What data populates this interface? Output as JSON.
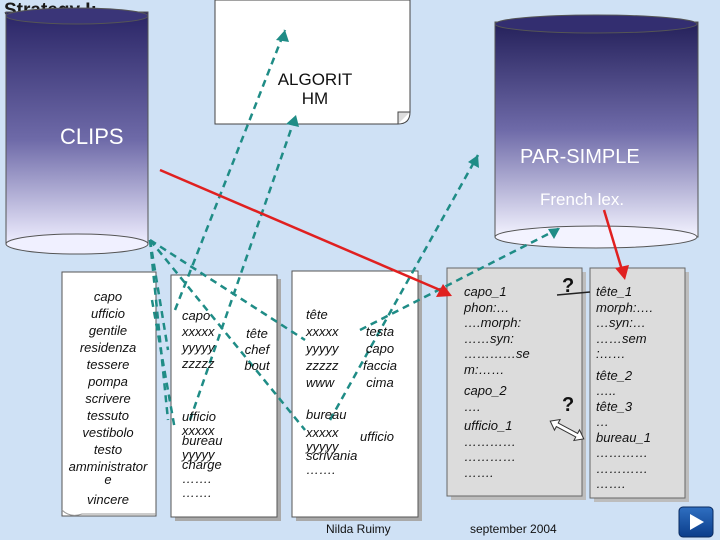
{
  "title": "Strategy I:",
  "algorithm": {
    "line1": "ALGORIT",
    "line2": "HM"
  },
  "clips": {
    "label": "CLIPS"
  },
  "parsimple": {
    "label": "PAR-SIMPLE",
    "sublabel": "French lex."
  },
  "italian_words": [
    "capo",
    "ufficio",
    "gentile",
    "residenza",
    "tessere",
    "pompa",
    "scrivere",
    "tessuto",
    "vestibolo",
    "testo",
    "amministrator",
    "e",
    "vincere"
  ],
  "doc1": {
    "capo_block": [
      "capo",
      "xxxxx",
      "yyyyy",
      "zzzzz"
    ],
    "tete_block": [
      "tête",
      "chef",
      "bout"
    ],
    "ufficio_block": [
      "ufficio",
      "xxxxx",
      "bureau",
      "yyyyy",
      "charge",
      "…….",
      "……."
    ]
  },
  "doc2": {
    "tete_block": [
      "tête",
      "xxxxx",
      "yyyyy",
      "zzzzz",
      "www"
    ],
    "testa_block": [
      "testa",
      "capo",
      "faccia",
      "cima"
    ],
    "bureau_block": [
      "bureau",
      "xxxxx",
      "yyyyy",
      "scrivania",
      "……."
    ],
    "ufficio_label": "ufficio",
    "footer": "Nilda Ruimy"
  },
  "doc3": {
    "lines": [
      "capo_1",
      "phon:…",
      "….morph:",
      "……syn:",
      "…………se",
      "m:……",
      "capo_2",
      "….",
      "ufficio_1",
      "…………",
      "…………",
      "……."
    ],
    "footer": "september 2004"
  },
  "doc4": {
    "lines": [
      "tête_1",
      "morph:….",
      "…syn:…",
      "……sem",
      ":……",
      "tête_2",
      "…..",
      "tête_3",
      "…",
      "bureau_1",
      "…………",
      "…………",
      "……."
    ]
  },
  "question_marks": [
    "?",
    "?"
  ],
  "colors": {
    "background": "#cfe1f5",
    "cylinder_light": "#e4e4ff",
    "cylinder_dark": "#1e1a4a",
    "red_arrow": "#e02020",
    "teal_arrow": "#1f8c86"
  },
  "icons": [
    "nav-next-icon"
  ]
}
